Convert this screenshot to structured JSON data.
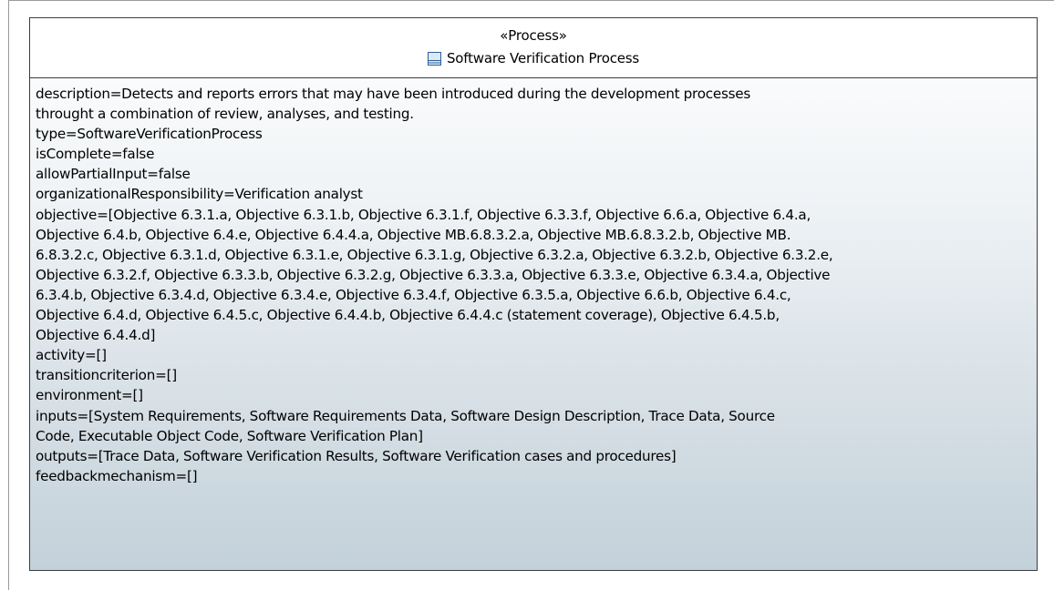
{
  "classifier": {
    "stereotype": "«Process»",
    "name": "Software Verification Process",
    "icon": "class-icon",
    "attribute_lines": [
      "description=Detects and reports errors that may have been introduced during the development processes",
      "throught a combination of review, analyses, and testing.",
      "type=SoftwareVerificationProcess",
      "isComplete=false",
      "allowPartialInput=false",
      "organizationalResponsibility=Verification analyst",
      "objective=[Objective 6.3.1.a, Objective 6.3.1.b, Objective 6.3.1.f, Objective 6.3.3.f, Objective 6.6.a, Objective 6.4.a,",
      "Objective 6.4.b, Objective 6.4.e, Objective 6.4.4.a, Objective MB.6.8.3.2.a, Objective MB.6.8.3.2.b, Objective MB.",
      "6.8.3.2.c, Objective 6.3.1.d, Objective 6.3.1.e, Objective 6.3.1.g, Objective 6.3.2.a, Objective 6.3.2.b, Objective 6.3.2.e,",
      "Objective 6.3.2.f, Objective 6.3.3.b, Objective 6.3.2.g, Objective 6.3.3.a, Objective 6.3.3.e, Objective 6.3.4.a, Objective",
      "6.3.4.b, Objective 6.3.4.d, Objective 6.3.4.e, Objective 6.3.4.f, Objective 6.3.5.a, Objective 6.6.b, Objective 6.4.c,",
      "Objective 6.4.d, Objective 6.4.5.c, Objective 6.4.4.b, Objective 6.4.4.c (statement coverage), Objective 6.4.5.b,",
      "Objective 6.4.4.d]",
      "activity=[]",
      "transitioncriterion=[]",
      "environment=[]",
      "inputs=[System Requirements, Software Requirements Data, Software Design Description, Trace Data, Source",
      "Code, Executable Object Code, Software Verification Plan]",
      "outputs=[Trace Data, Software Verification Results, Software Verification cases and procedures]",
      "feedbackmechanism=[]"
    ]
  }
}
